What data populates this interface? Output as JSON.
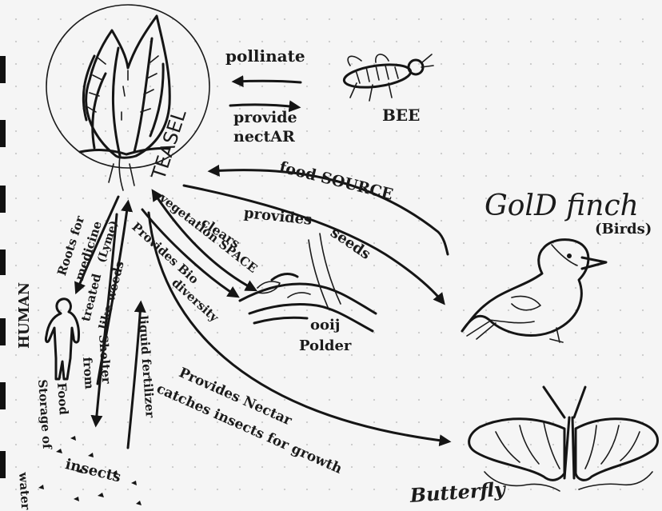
{
  "nodes": {
    "teasel": "TEASEL",
    "bee": "BEE",
    "goldfinch": "GolD finch",
    "birds": "(Birds)",
    "human": "HUMAN",
    "insects": "insects",
    "polder": "Polder",
    "ooij": "ooij",
    "butterfly": "Butterfly"
  },
  "edges": {
    "pollinate": "pollinate",
    "provide_nectar_1": "provide",
    "provide_nectar_2": "nectAR",
    "food_source": "food  SOURCE",
    "provides_seeds_1": "provides",
    "provides_seeds_2": "seeds",
    "clears_1": "clears",
    "clears_2": "vegetation SPACE",
    "biodiversity_1": "Provides Bio",
    "biodiversity_2": "diversity",
    "roots_1": "Roots for",
    "roots_2": "medicine",
    "roots_3": "(Lyme)",
    "weeds_1": "treated",
    "weeds_2": "like weeds",
    "fertilizer": "liquid fertilizer",
    "shelter_1": "Shelter",
    "shelter_2": "from",
    "storage_1": "Food",
    "storage_2": "Storage of",
    "storage_3": "water",
    "nectar_bfly": "Provides Nectar",
    "catches": "catches insects for growth"
  }
}
